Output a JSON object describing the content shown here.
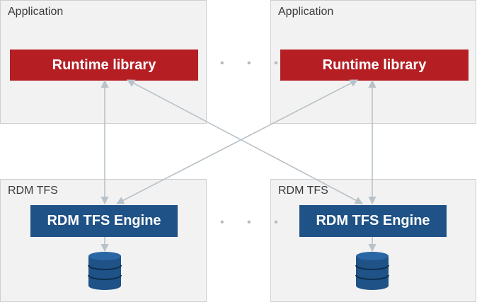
{
  "app_panels": [
    {
      "label": "Application",
      "box_label": "Runtime library"
    },
    {
      "label": "Application",
      "box_label": "Runtime library"
    }
  ],
  "tfs_panels": [
    {
      "label": "RDM TFS",
      "box_label": "RDM TFS Engine"
    },
    {
      "label": "RDM TFS",
      "box_label": "RDM TFS Engine"
    }
  ],
  "ellipsis": "• • •",
  "colors": {
    "runtime_box": "#b51f24",
    "engine_box": "#1f5286",
    "panel_bg": "#f2f2f2",
    "arrows": "#b8c2c8",
    "database_icon": "#1f5286"
  },
  "icons": [
    "database-icon"
  ]
}
